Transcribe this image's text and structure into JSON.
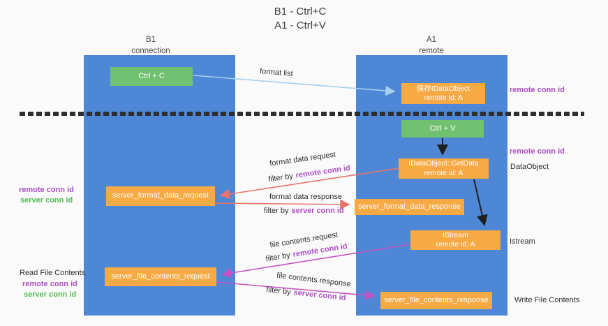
{
  "title": {
    "line1": "B1 - Ctrl+C",
    "line2": "A1 - Ctrl+V"
  },
  "lanes": {
    "left": {
      "name": "B1",
      "role": "connection"
    },
    "right": {
      "name": "A1",
      "role": "remote"
    }
  },
  "nodes": {
    "ctrl_c": {
      "label": "Ctrl + C"
    },
    "save_idataobject": {
      "line1": "保存IDataObject",
      "line2": "remote id: A"
    },
    "ctrl_v": {
      "label": "Ctrl + V"
    },
    "getdata": {
      "line1": "IDataObject::GetData",
      "line2": "remote id: A"
    },
    "format_request": {
      "label": "server_format_data_request"
    },
    "format_response": {
      "label": "server_format_data_response"
    },
    "istream": {
      "line1": "IStream",
      "line2": "remote id: A"
    },
    "file_request": {
      "label": "server_file_contents_request"
    },
    "file_response": {
      "label": "server_file_contents_response"
    }
  },
  "edge_labels": {
    "format_list": "format list",
    "format_data_request": "format data request",
    "format_data_response": "format data response",
    "file_contents_request": "file contents request",
    "file_contents_response": "file contents response",
    "filter_by": "filter by",
    "remote_conn_id": "remote conn id",
    "server_conn_id": "server conn id"
  },
  "annotations": {
    "remote_conn_id_top": "remote conn id",
    "remote_conn_id_mid": "remote conn id",
    "dataobject": "DataObject",
    "istream": "Istream",
    "write_file_contents": "Write File Contents",
    "read_file_contents": "Read File Contents",
    "left_remote_conn_id_1": "remote conn id",
    "left_server_conn_id_1": "server conn id",
    "left_remote_conn_id_2": "remote conn id",
    "left_server_conn_id_2": "server conn id"
  },
  "colors": {
    "lane_blue": "#4e87d6",
    "node_orange": "#f7a943",
    "node_green": "#71c171",
    "arrow_salmon": "#e8736c",
    "arrow_magenta": "#c653c6",
    "arrow_lightblue": "#a6d0ee",
    "arrow_black": "#1f1f1f",
    "text_purple": "#ac4fc5",
    "text_green": "#53b953",
    "divider_dark": "#2e2e2e"
  }
}
